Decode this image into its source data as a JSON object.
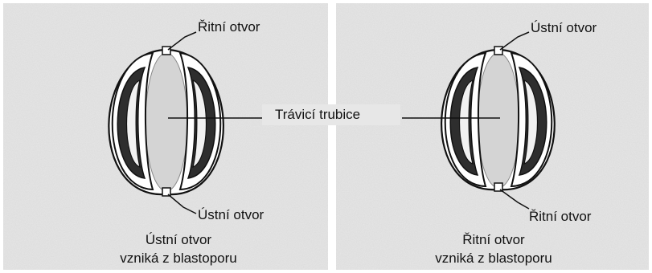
{
  "left_panel": {
    "top_label": "Řitní otvor",
    "bottom_label": "Ústní otvor",
    "caption_line1": "Ústní otvor",
    "caption_line2": "vzniká z blastoporu"
  },
  "right_panel": {
    "top_label": "Ústní otvor",
    "bottom_label": "Řitní otvor",
    "caption_line1": "Řitní otvor",
    "caption_line2": "vzniká z blastoporu"
  },
  "center_label": "Trávicí trubice",
  "colors": {
    "background": "#e7e7e7",
    "outline": "#111111",
    "cavity": "#2e2e2e",
    "mesoderm": "#ffffff"
  }
}
